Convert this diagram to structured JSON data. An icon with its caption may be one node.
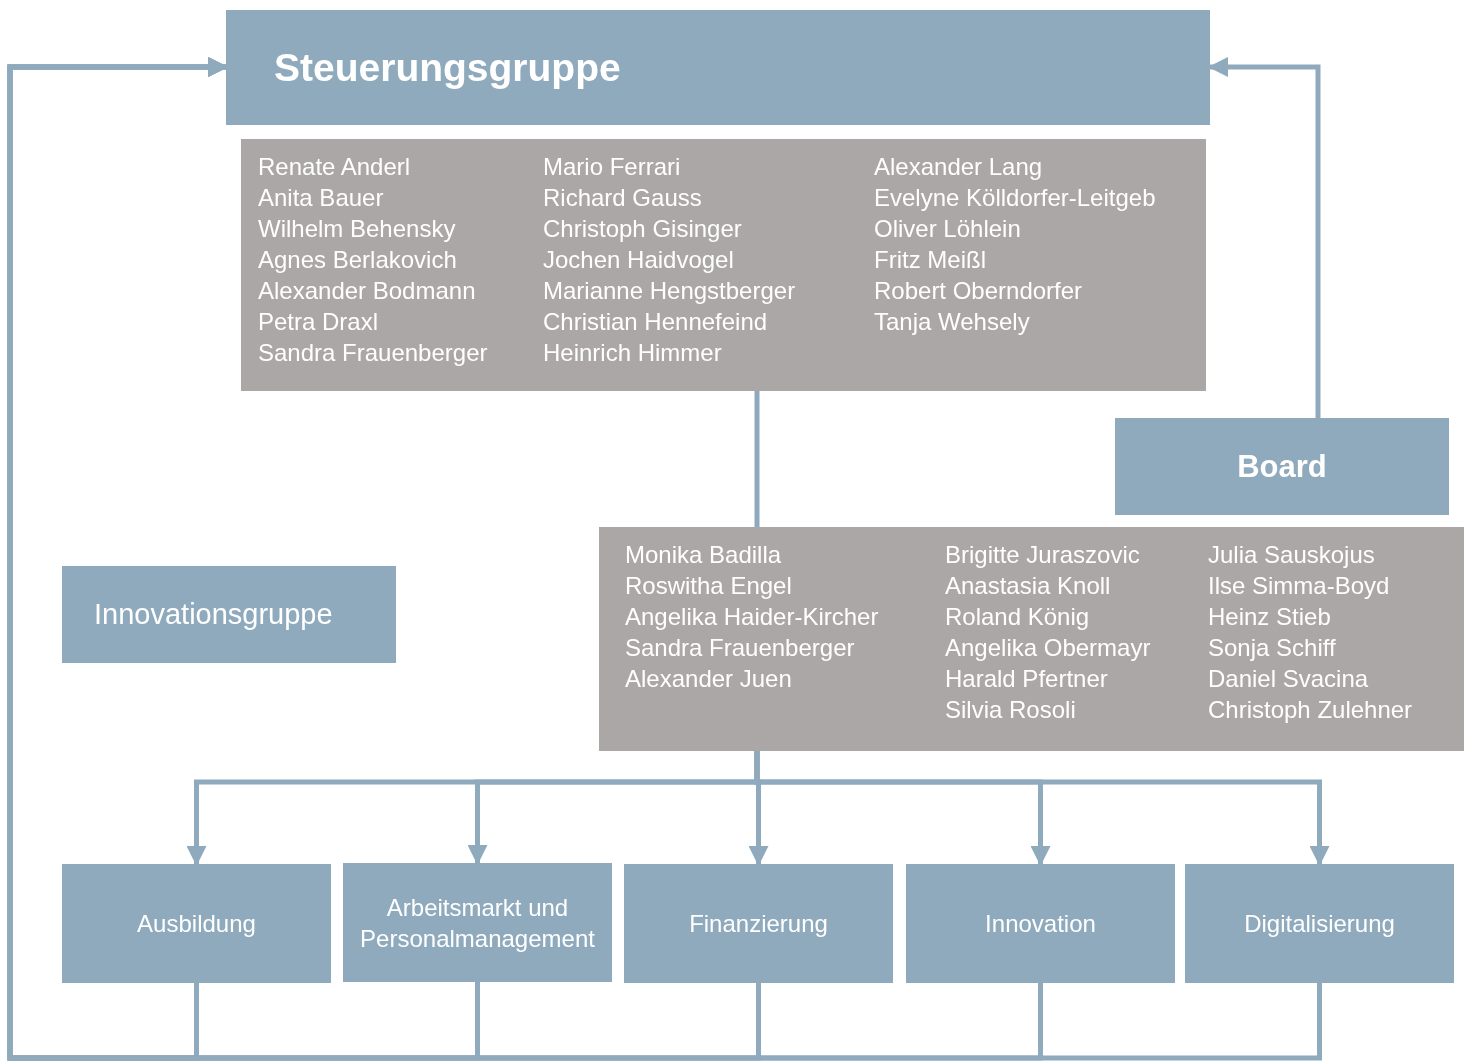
{
  "diagram": {
    "nodes": [
      {
        "text": [
          "Steuerungsgruppe"
        ]
      },
      {
        "text": [
          "Renate Anderl",
          "Anita Bauer",
          "Wilhelm Behensky",
          "Agnes Berlakovich",
          "Alexander Bodmann",
          "Petra Draxl",
          "Sandra Frauenberger",
          "Mario Ferrari",
          "Richard Gauss",
          "Christoph Gisinger",
          "Jochen Haidvogel",
          "Marianne Hengstberger",
          "Christian Hennefeind",
          "Heinrich Himmer",
          "Alexander Lang",
          "Evelyne Kölldorfer-Leitgeb",
          "Oliver Löhlein",
          "Fritz Meißl",
          "Robert Oberndorfer",
          "Tanja Wehsely"
        ]
      },
      {
        "text": [
          "Board"
        ]
      },
      {
        "text": [
          "Innovationsgruppe"
        ]
      },
      {
        "text": [
          "Monika Badilla",
          "Roswitha Engel",
          "Angelika Haider-Kircher",
          "Sandra Frauenberger",
          "Alexander Juen",
          "Brigitte Juraszovic",
          "Anastasia Knoll",
          "Roland König",
          "Angelika Obermayr",
          "Harald Pfertner",
          "Silvia Rosoli",
          "Julia Sauskojus",
          "Ilse Simma-Boyd",
          "Heinz Stieb",
          "Sonja Schiff",
          "Daniel Svacina",
          "Christoph Zulehner"
        ]
      },
      {
        "text": [
          "Ausbildung"
        ]
      },
      {
        "text": [
          "Arbeitsmarkt und Personalmanagement"
        ]
      },
      {
        "text": [
          "Finanzierung"
        ]
      },
      {
        "text": [
          "Innovation"
        ]
      },
      {
        "text": [
          "Digitalisierung"
        ]
      }
    ],
    "edges": [
      {
        "from": 1,
        "to": 4,
        "arrow": "none"
      },
      {
        "from": 2,
        "to": 0,
        "arrow": "to"
      },
      {
        "from": 4,
        "to": 5,
        "arrow": "to"
      },
      {
        "from": 4,
        "to": 6,
        "arrow": "to"
      },
      {
        "from": 4,
        "to": 7,
        "arrow": "to"
      },
      {
        "from": 4,
        "to": 8,
        "arrow": "to"
      },
      {
        "from": 4,
        "to": 9,
        "arrow": "to"
      },
      {
        "from": 5,
        "to": 0,
        "arrow": "to"
      },
      {
        "from": 6,
        "to": 0,
        "arrow": "to"
      },
      {
        "from": 7,
        "to": 0,
        "arrow": "to"
      },
      {
        "from": 8,
        "to": 0,
        "arrow": "to"
      },
      {
        "from": 9,
        "to": 0,
        "arrow": "to"
      }
    ]
  }
}
